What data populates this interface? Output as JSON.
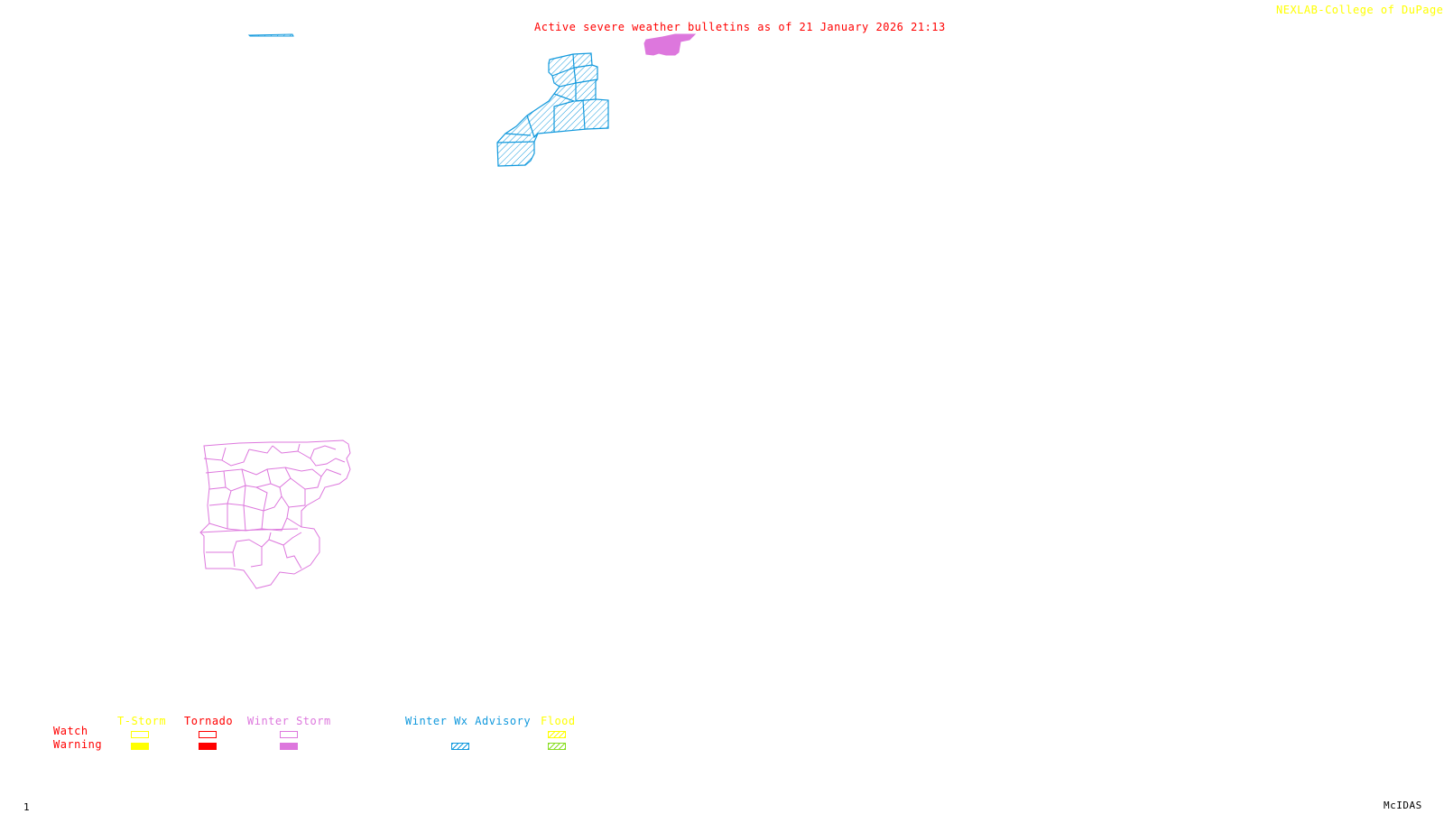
{
  "header": {
    "title": "Active severe weather bulletins as of 21 January 2026 21:13",
    "credit": "NEXLAB-College of DuPage",
    "credit_icon": "cursor-arrow-icon"
  },
  "footer": {
    "frame_number": "1",
    "software": "McIDAS"
  },
  "legend": {
    "row_labels": {
      "watch": "Watch",
      "warning": "Warning"
    },
    "categories": [
      {
        "name": "T-Storm",
        "color": "#ffff00",
        "watch_style": "outline",
        "warning_style": "solid",
        "warning_color": "#ffff00"
      },
      {
        "name": "Tornado",
        "color": "#ff0000",
        "watch_style": "outline",
        "warning_style": "solid",
        "warning_color": "#ff0000"
      },
      {
        "name": "Winter Storm",
        "color": "#dd77dd",
        "watch_style": "outline",
        "warning_style": "solid",
        "warning_color": "#dd77dd"
      },
      {
        "name": "Winter Wx Advisory",
        "color": "#1199dd",
        "watch_style": null,
        "warning_style": "hatch",
        "warning_color": "#1199dd"
      },
      {
        "name": "Flood",
        "color": "#ffff00",
        "watch_style": "hatch",
        "warning_style": "hatch",
        "warning_color": "#88dd22"
      }
    ]
  },
  "colors": {
    "background": "#ffffff",
    "title": "#ff0000",
    "credit": "#ffff00",
    "winter_wx_advisory": "#1199dd",
    "winter_storm": "#dd77dd",
    "flood_warning": "#88dd22"
  },
  "map_features": [
    {
      "type": "winter-wx-advisory",
      "region": "northern counties cluster",
      "fill": "hatch"
    },
    {
      "type": "winter-storm-warning",
      "region": "northern border area",
      "fill": "solid"
    },
    {
      "type": "winter-wx-advisory",
      "region": "top-edge sliver",
      "fill": "hatch"
    },
    {
      "type": "winter-storm-watch",
      "region": "southern county group",
      "fill": "outline"
    }
  ]
}
